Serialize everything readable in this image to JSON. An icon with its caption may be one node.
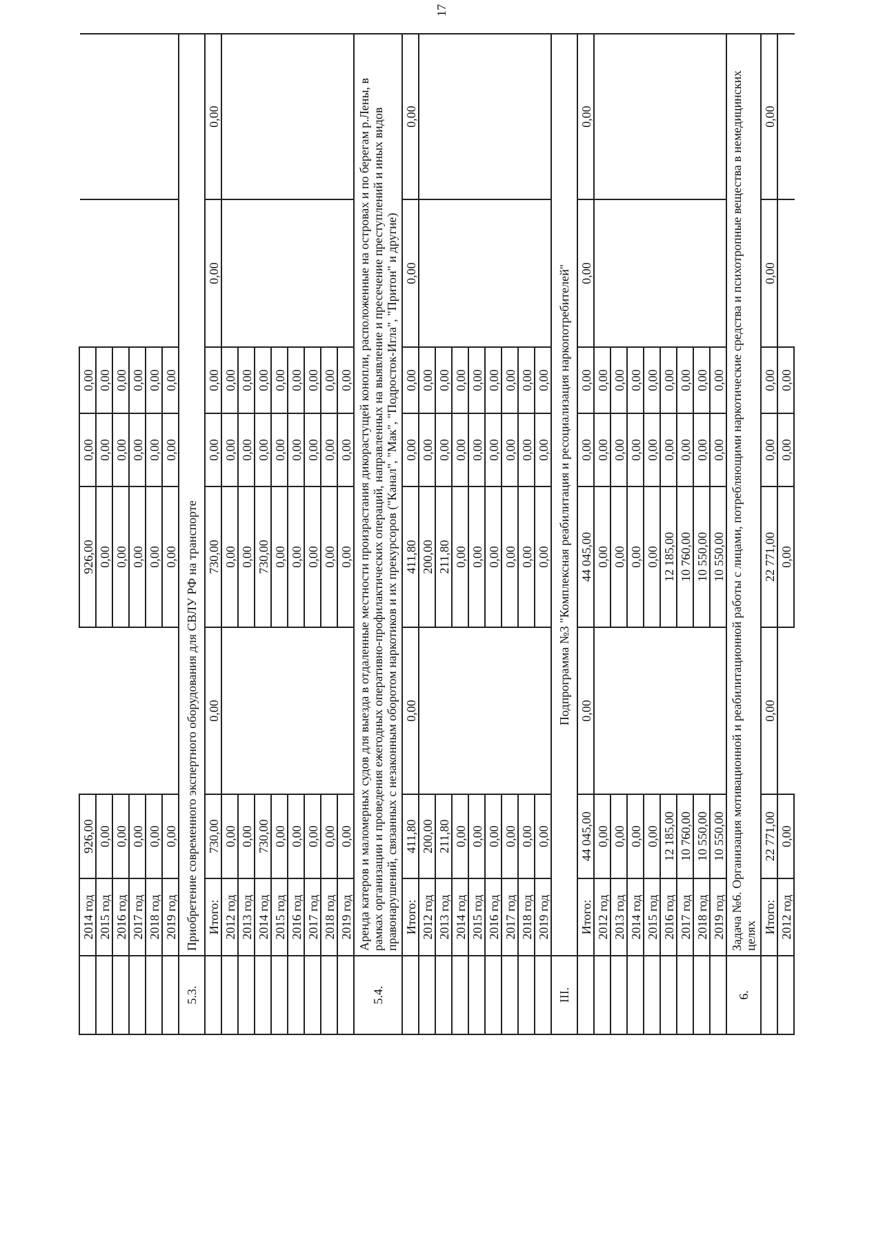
{
  "diagram": {
    "labels": [
      "17",
      "2014 год",
      "926,00",
      "926,00",
      "0,00",
      "0,00",
      "2015 год",
      "0,00",
      "0,00",
      "0,00",
      "0,00",
      "2016 год",
      "0,00",
      "0,00",
      "0,00",
      "0,00",
      "2017 год",
      "0,00",
      "0,00",
      "0,00",
      "0,00",
      "2018 год",
      "0,00",
      "0,00",
      "0,00",
      "0,00",
      "2019 год",
      "0,00",
      "0,00",
      "0,00",
      "0,00",
      "5.3.",
      "Приобретение современного экспертного оборудования для СВЛУ РФ на транспорте",
      "Итого:",
      "730,00",
      "0,00",
      "730,00",
      "0,00",
      "0,00",
      "0,00",
      "0,00",
      "2012 год",
      "0,00",
      "0,00",
      "0,00",
      "0,00",
      "2013 год",
      "0,00",
      "0,00",
      "0,00",
      "0,00",
      "2014 год",
      "730,00",
      "730,00",
      "0,00",
      "0,00",
      "2015 год",
      "0,00",
      "0,00",
      "0,00",
      "0,00",
      "2016 год",
      "0,00",
      "0,00",
      "0,00",
      "0,00",
      "2017 год",
      "0,00",
      "0,00",
      "0,00",
      "0,00",
      "2018 год",
      "0,00",
      "0,00",
      "0,00",
      "0,00",
      "2019 год",
      "0,00",
      "0,00",
      "0,00",
      "0,00",
      "5.4.",
      "Аренда катеров и маломерных судов для выезда в отдаленные местности произрастания дикорастущей конопли, расположенные на островах и по берегам р.Лены, в рамках организации и проведения ежегодных оперативно-профилактических операций, направленных на выявление и пресечение преступлений и иных видов правонарушений, связанных с незаконным оборотом наркотиков и их прекурсоров (\"Канал\", \"Мак\", \"Подросток-Игла\", \"Притон\" и другие)",
      "Итого:",
      "411,80",
      "0,00",
      "411,80",
      "0,00",
      "0,00",
      "0,00",
      "0,00",
      "2012 год",
      "200,00",
      "200,00",
      "0,00",
      "0,00",
      "2013 год",
      "211,80",
      "211,80",
      "0,00",
      "0,00",
      "2014 год",
      "0,00",
      "0,00",
      "0,00",
      "0,00",
      "2015 год",
      "0,00",
      "0,00",
      "0,00",
      "0,00",
      "2016 год",
      "0,00",
      "0,00",
      "0,00",
      "0,00",
      "2017 год",
      "0,00",
      "0,00",
      "0,00",
      "0,00",
      "2018 год",
      "0,00",
      "0,00",
      "0,00",
      "0,00",
      "2019 год",
      "0,00",
      "0,00",
      "0,00",
      "0,00",
      "III.",
      "Подпрограмма №3 \"Комплексная реабилитация и ресоциализация наркопотребителей\"",
      "Итого:",
      "44 045,00",
      "0,00",
      "44 045,00",
      "0,00",
      "0,00",
      "0,00",
      "0,00",
      "2012 год",
      "0,00",
      "0,00",
      "0,00",
      "0,00",
      "2013 год",
      "0,00",
      "0,00",
      "0,00",
      "0,00",
      "2014 год",
      "0,00",
      "0,00",
      "0,00",
      "0,00",
      "2015 год",
      "0,00",
      "0,00",
      "0,00",
      "0,00",
      "2016 год",
      "12 185,00",
      "12 185,00",
      "0,00",
      "0,00",
      "2017 год",
      "10 760,00",
      "10 760,00",
      "0,00",
      "0,00",
      "2018 год",
      "10 550,00",
      "10 550,00",
      "0,00",
      "0,00",
      "2019 год",
      "10 550,00",
      "10 550,00",
      "0,00",
      "0,00",
      "6.",
      "Задача №6. Организация мотивационной и реабилитационной работы с лицами, потребляющими наркотические средства и психотропные вещества в немедицинских целях",
      "Итого:",
      "22 771,00",
      "0,00",
      "22 771,00",
      "0,00",
      "0,00",
      "0,00",
      "0,00",
      "2012 год",
      "0,00",
      "0,00",
      "0,00",
      "0,00"
    ]
  }
}
